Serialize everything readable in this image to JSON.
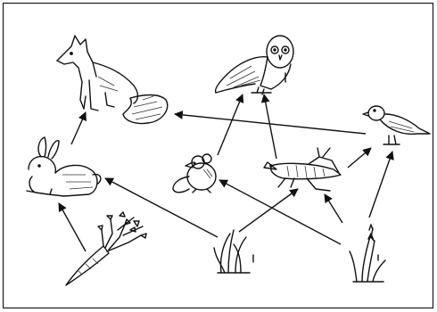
{
  "diagram": {
    "organisms": [
      {
        "id": "fox",
        "icon": "fox-icon"
      },
      {
        "id": "owl",
        "icon": "owl-icon"
      },
      {
        "id": "bird",
        "icon": "bird-icon"
      },
      {
        "id": "rabbit",
        "icon": "rabbit-icon"
      },
      {
        "id": "mouse",
        "icon": "mouse-icon"
      },
      {
        "id": "grasshopper",
        "icon": "grasshopper-icon"
      },
      {
        "id": "carrot",
        "icon": "carrot-icon"
      },
      {
        "id": "grass",
        "icon": "grass-icon"
      },
      {
        "id": "wheat",
        "icon": "wheat-icon"
      }
    ],
    "arrows": [
      {
        "from": "rabbit",
        "to": "fox"
      },
      {
        "from": "bird",
        "to": "fox"
      },
      {
        "from": "mouse",
        "to": "owl"
      },
      {
        "from": "grasshopper",
        "to": "owl"
      },
      {
        "from": "grasshopper",
        "to": "bird"
      },
      {
        "from": "carrot",
        "to": "rabbit"
      },
      {
        "from": "grass",
        "to": "rabbit"
      },
      {
        "from": "grass",
        "to": "grasshopper"
      },
      {
        "from": "wheat",
        "to": "mouse"
      },
      {
        "from": "wheat",
        "to": "grasshopper"
      },
      {
        "from": "wheat",
        "to": "bird"
      }
    ],
    "line_color": "#111111"
  }
}
